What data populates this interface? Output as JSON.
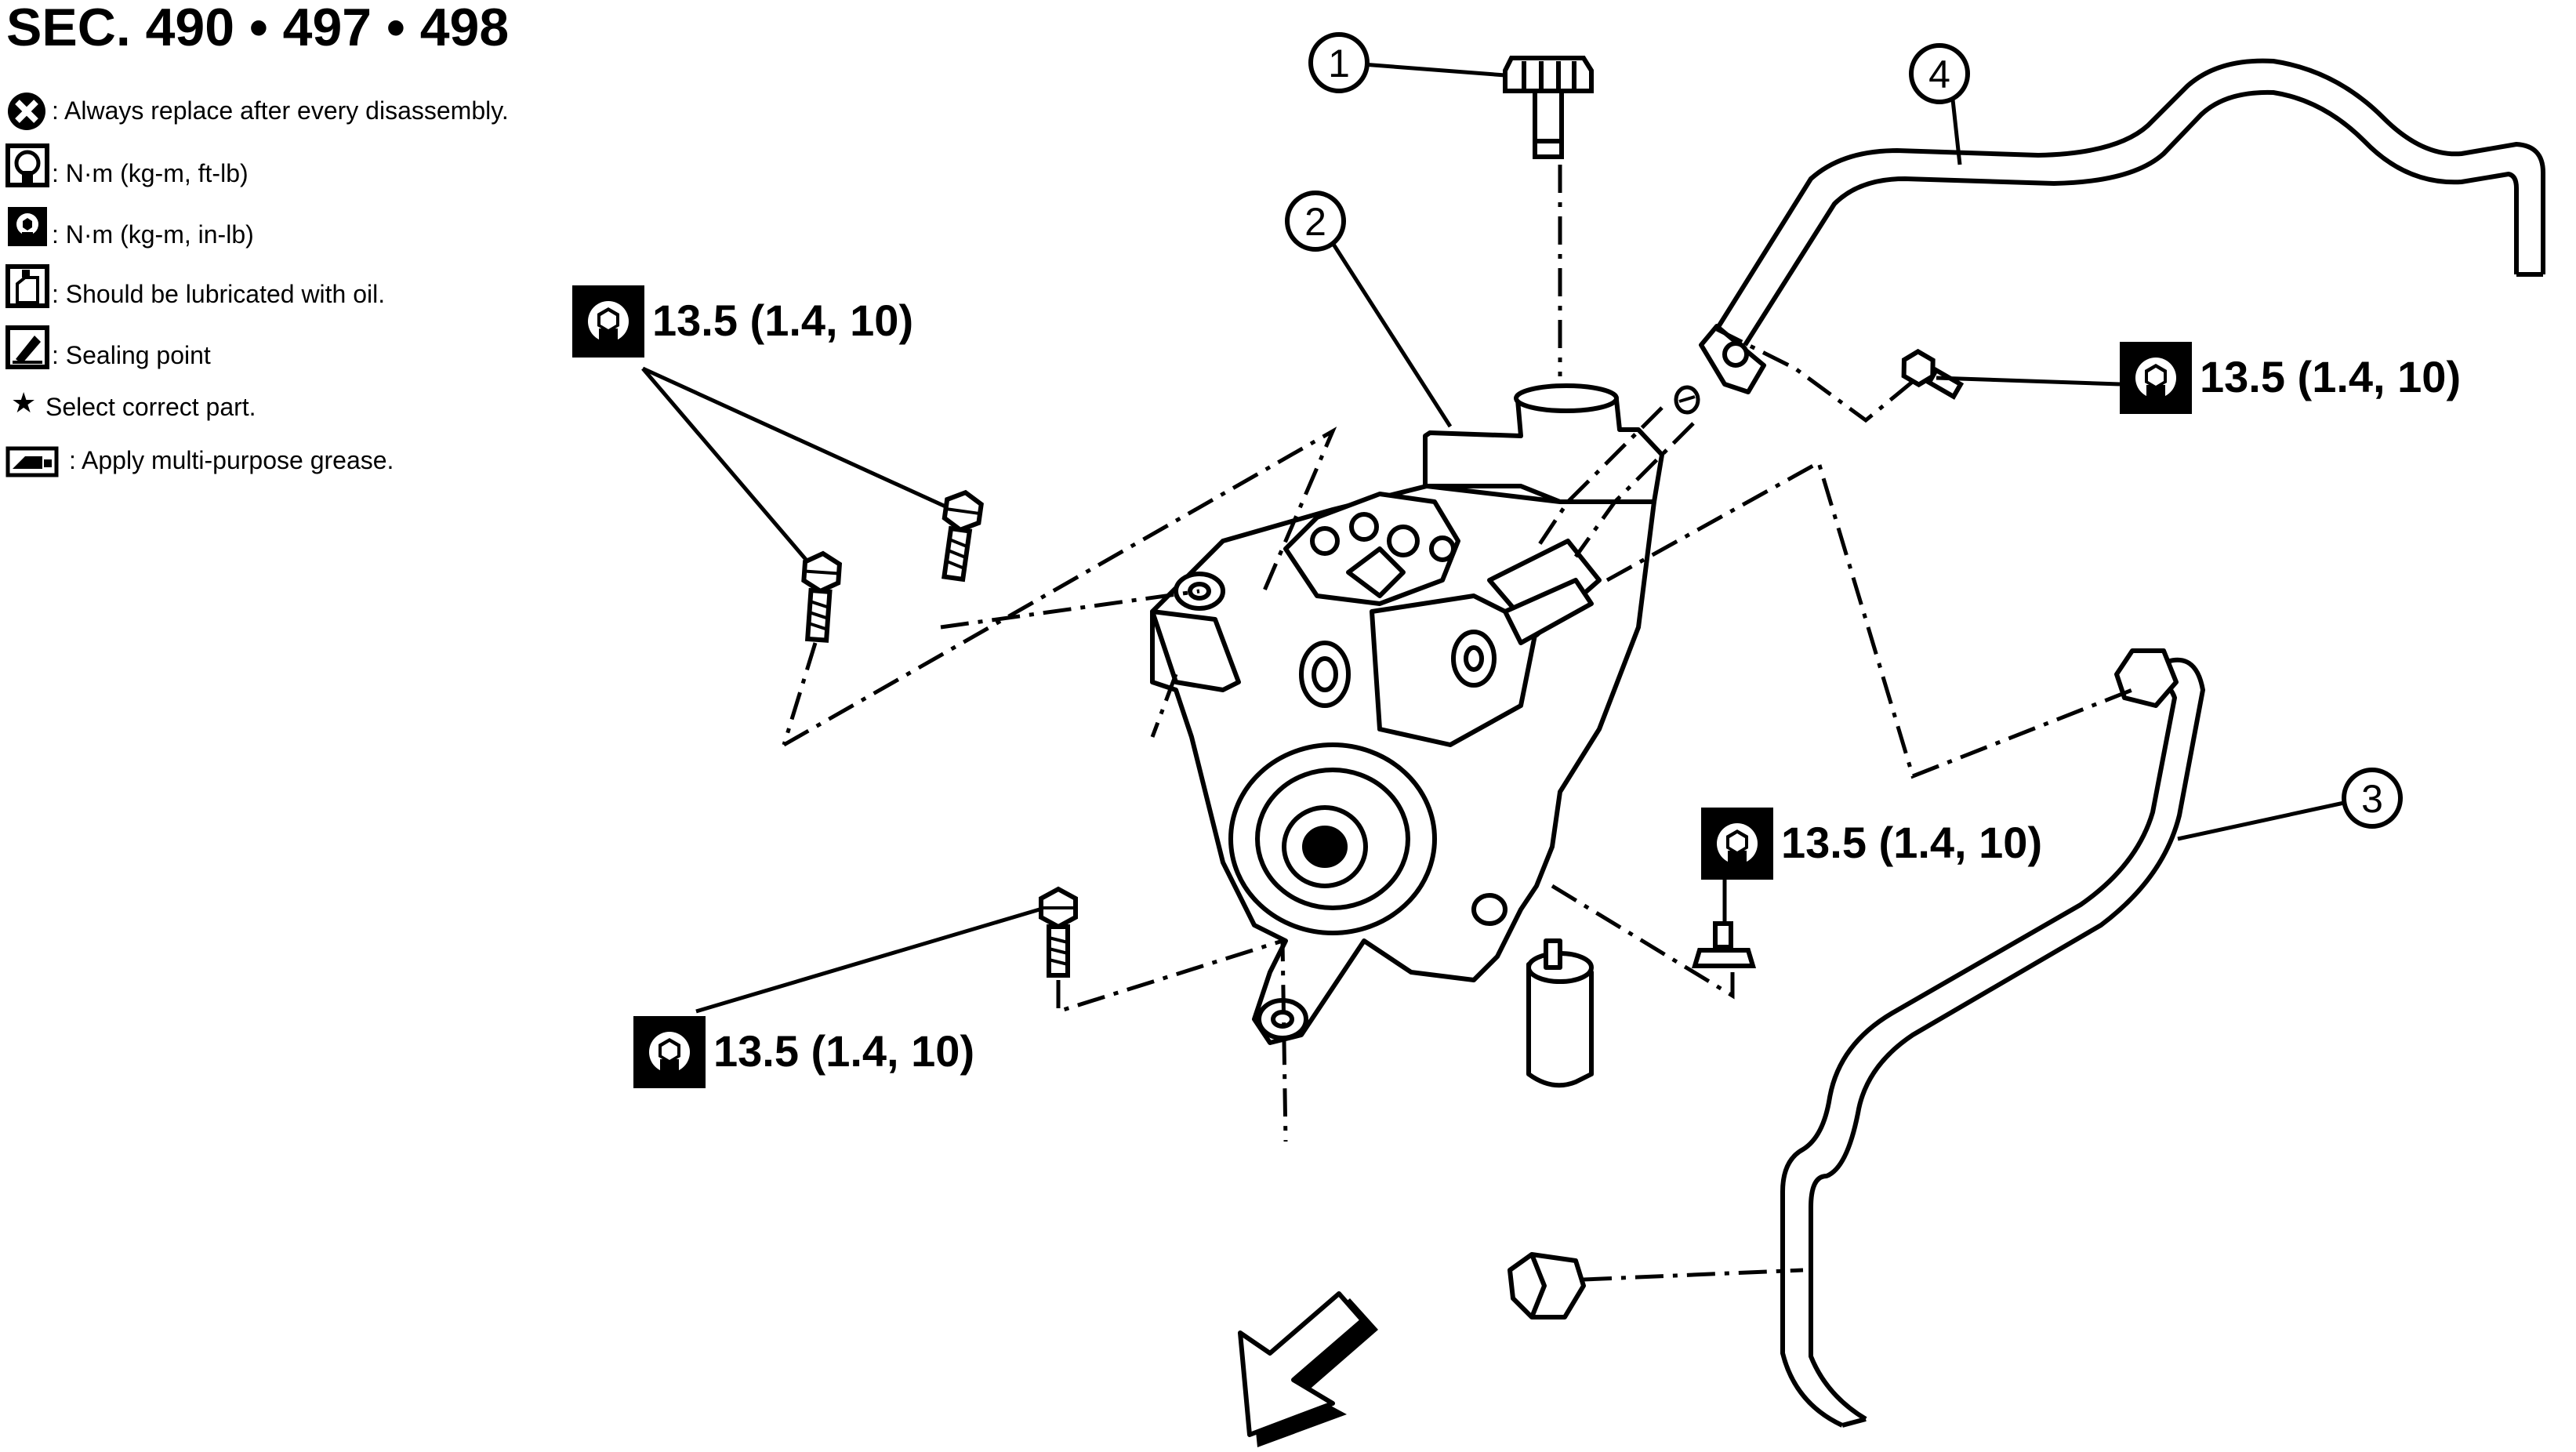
{
  "section_title": "SEC. 490 • 497 • 498",
  "legend": [
    {
      "symbol": "replace-icon",
      "text": ": Always replace after every disassembly."
    },
    {
      "symbol": "torque-ftlb-icon",
      "text": ": N·m (kg-m, ft-lb)"
    },
    {
      "symbol": "torque-inlb-icon",
      "text": ": N·m (kg-m, in-lb)"
    },
    {
      "symbol": "oil-icon",
      "text": ": Should be lubricated with oil."
    },
    {
      "symbol": "sealing-icon",
      "text": ": Sealing point"
    },
    {
      "symbol": "star-icon",
      "text": "Select correct part."
    },
    {
      "symbol": "grease-icon",
      "text": ": Apply multi-purpose grease."
    }
  ],
  "star_glyph": "★",
  "callouts": [
    "1",
    "2",
    "3",
    "4"
  ],
  "torque_labels": [
    "13.5 (1.4, 10)",
    "13.5 (1.4, 10)",
    "13.5 (1.4, 10)",
    "13.5 (1.4, 10)"
  ],
  "colors": {
    "line": "#000000",
    "background": "#ffffff"
  }
}
